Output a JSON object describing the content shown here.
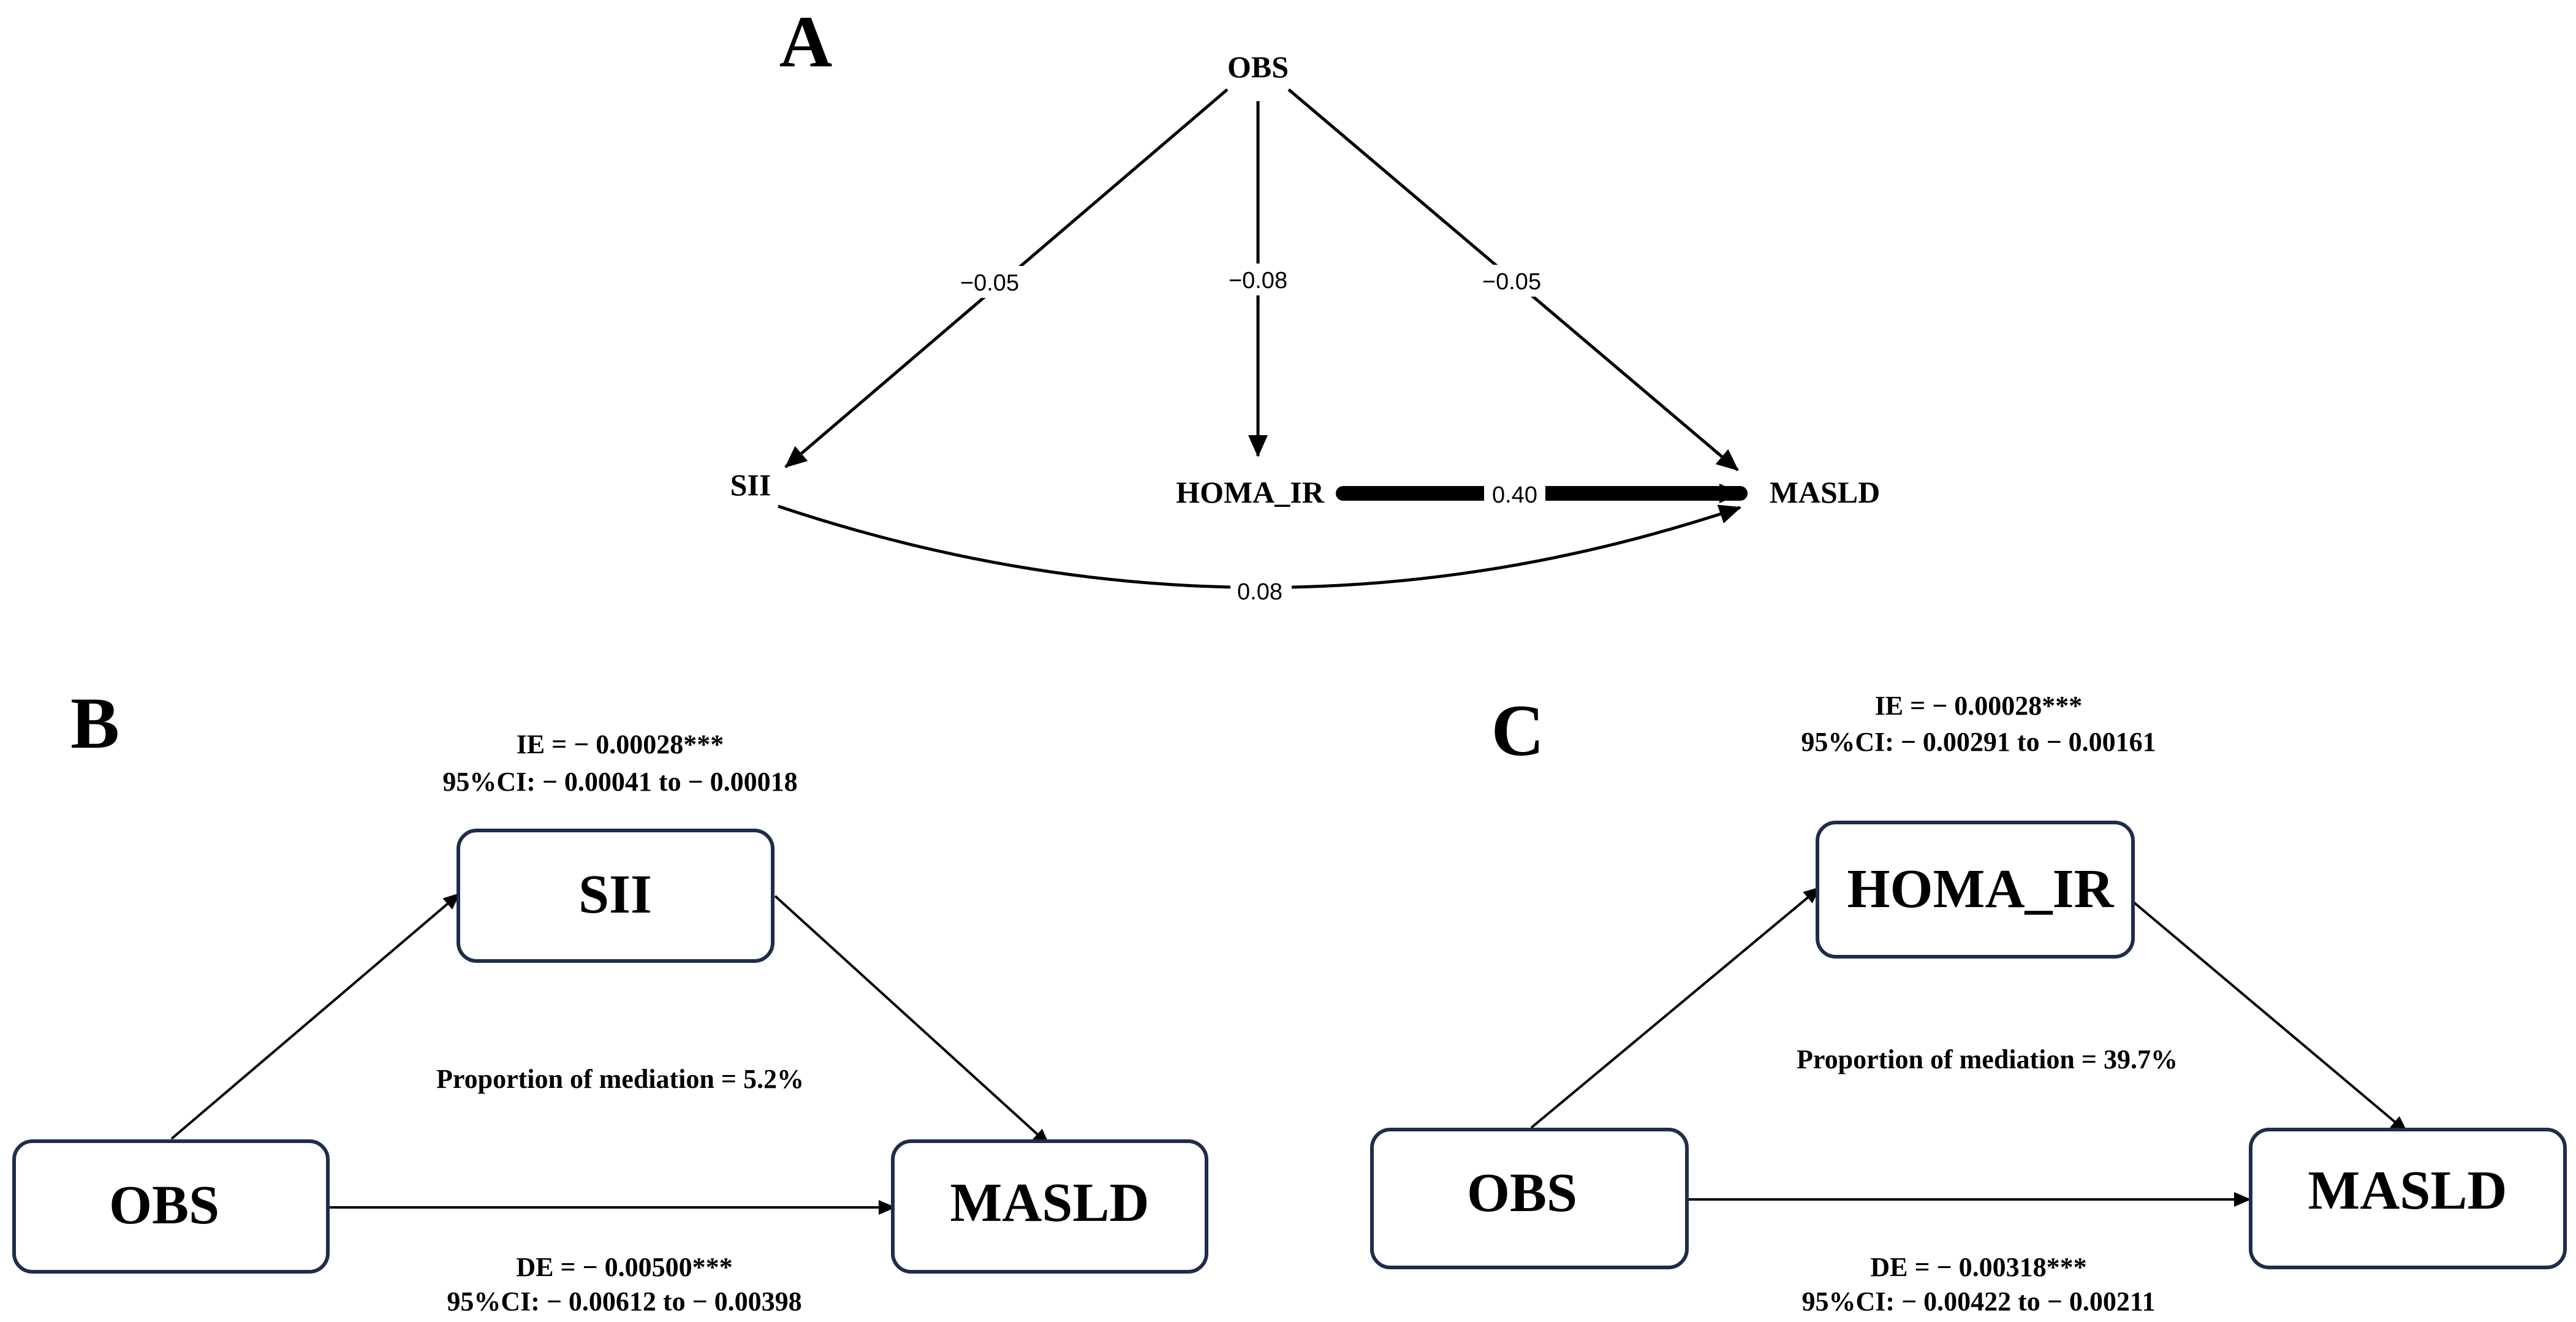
{
  "panel_a": {
    "letter": "A",
    "nodes": {
      "obs": "OBS",
      "sii": "SII",
      "homa": "HOMA_IR",
      "masld": "MASLD"
    },
    "paths": [
      {
        "from": "OBS",
        "to": "SII",
        "coef": "−0.05"
      },
      {
        "from": "OBS",
        "to": "HOMA_IR",
        "coef": "−0.08"
      },
      {
        "from": "OBS",
        "to": "MASLD",
        "coef": "−0.05"
      },
      {
        "from": "HOMA_IR",
        "to": "MASLD",
        "coef": "0.40"
      },
      {
        "from": "SII",
        "to": "MASLD",
        "coef": "0.08"
      }
    ]
  },
  "panel_b": {
    "letter": "B",
    "boxes": {
      "mediator": "SII",
      "exposure": "OBS",
      "outcome": "MASLD"
    },
    "ie": "IE = − 0.00028***",
    "ie_ci": "95%CI: − 0.00041 to − 0.00018",
    "proportion": "Proportion of mediation = 5.2%",
    "de": "DE = − 0.00500***",
    "de_ci": "95%CI: − 0.00612 to − 0.00398"
  },
  "panel_c": {
    "letter": "C",
    "boxes": {
      "mediator": "HOMA_IR",
      "exposure": "OBS",
      "outcome": "MASLD"
    },
    "ie": "IE = − 0.00028***",
    "ie_ci": "95%CI: − 0.00291 to − 0.00161",
    "proportion": "Proportion of mediation = 39.7%",
    "de": "DE = − 0.00318***",
    "de_ci": "95%CI: − 0.00422 to − 0.00211"
  }
}
